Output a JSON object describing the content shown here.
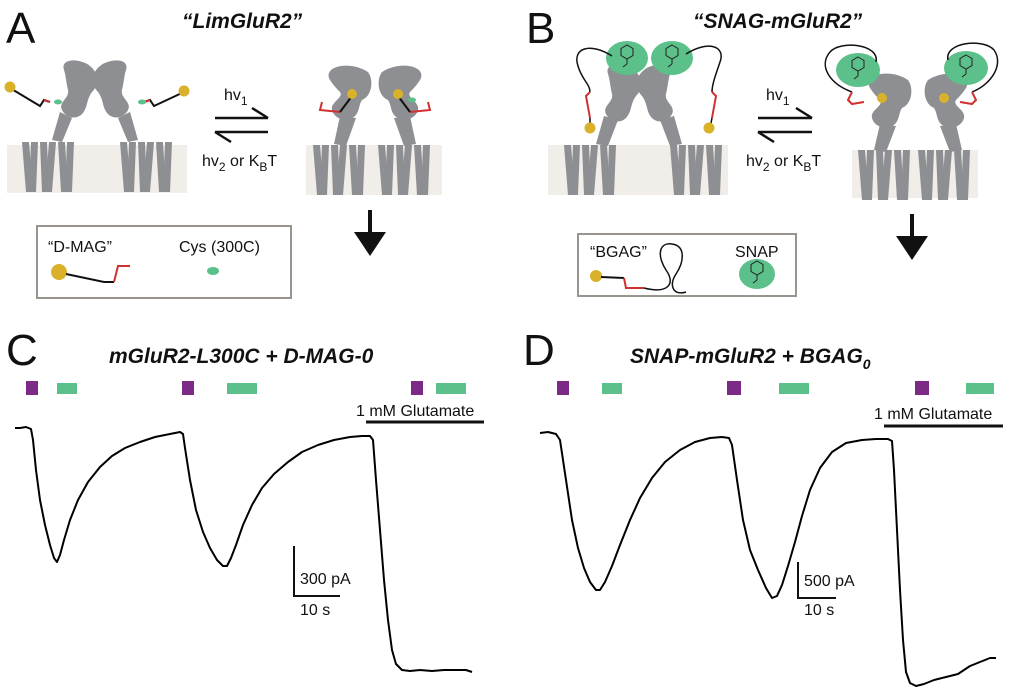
{
  "panels": {
    "A": {
      "letter": "A",
      "title": "“LimGluR2”",
      "forward": "hv",
      "forward_sub": "1",
      "reverse_pre": "hv",
      "reverse_sub": "2",
      "reverse_mid": " or K",
      "reverse_sub2": "B",
      "reverse_post": "T",
      "legend_compound": "“D-MAG”",
      "legend_cys": "Cys (300C)"
    },
    "B": {
      "letter": "B",
      "title": "“SNAG-mGluR2”",
      "forward": "hv",
      "forward_sub": "1",
      "reverse_pre": "hv",
      "reverse_sub": "2",
      "reverse_mid": " or K",
      "reverse_sub2": "B",
      "reverse_post": "T",
      "legend_compound": "“BGAG”",
      "legend_snap": "SNAP"
    },
    "C": {
      "letter": "C",
      "title": "mGluR2-L300C + D-MAG-0",
      "glutamate_label": "1 mM Glutamate",
      "scale_y": "300 pA",
      "scale_x": "10 s"
    },
    "D": {
      "letter": "D",
      "title_main": "SNAP-mGluR2 + BGAG",
      "title_sub": "0",
      "glutamate_label": "1 mM Glutamate",
      "scale_y": "500 pA",
      "scale_x": "10 s"
    }
  },
  "colors": {
    "purple_stimulus": "#7b2b85",
    "green_stimulus": "#5cc08a",
    "protein_gray": "#8e8f93",
    "membrane_beige": "#f1ede9",
    "ligand_yellow": "#d9b12a",
    "snap_green": "#5cc08a",
    "linker_red": "#d03030"
  },
  "icons": [
    "double-harpoon-arrow-icon",
    "down-arrow-icon",
    "benzyl-ring-icon"
  ]
}
